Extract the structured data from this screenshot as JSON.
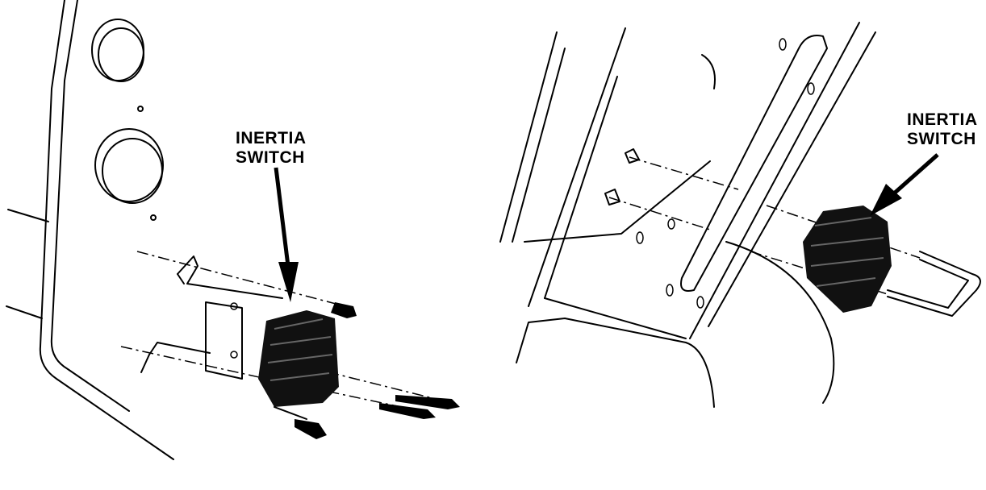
{
  "figure_left": {
    "callout": {
      "line1": "INERTIA",
      "line2": "SWITCH"
    }
  },
  "figure_right": {
    "callout": {
      "line1": "INERTIA",
      "line2": "SWITCH"
    }
  }
}
